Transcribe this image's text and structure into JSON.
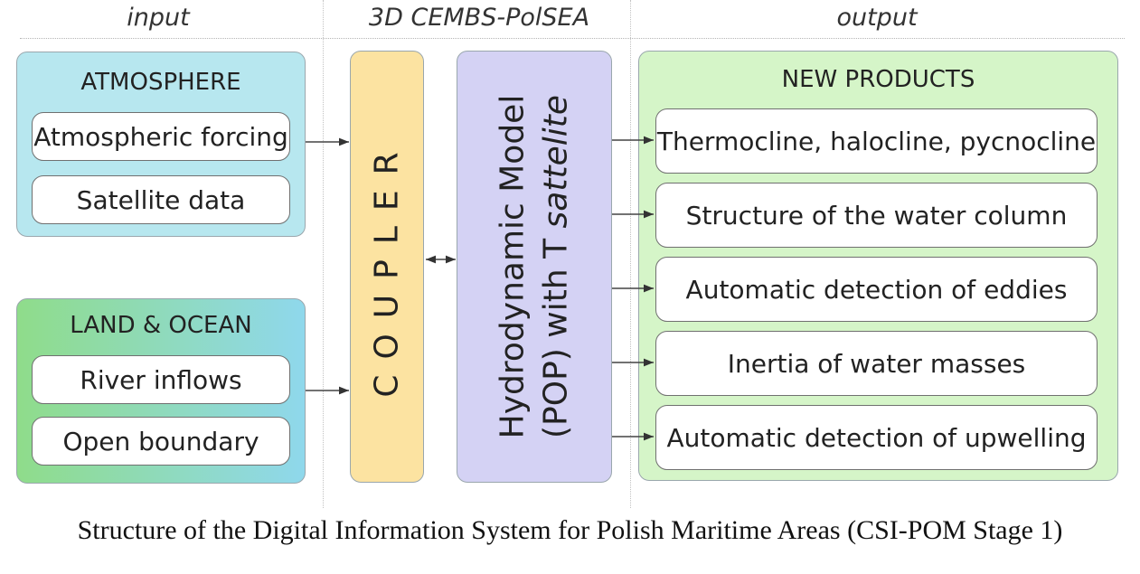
{
  "columns": {
    "input": "input",
    "model": "3D CEMBS-PolSEA",
    "output": "output"
  },
  "atmosphere": {
    "title": "ATMOSPHERE",
    "items": [
      "Atmospheric forcing",
      "Satellite data"
    ]
  },
  "land_ocean": {
    "title": "LAND & OCEAN",
    "items": [
      "River inflows",
      "Open boundary"
    ]
  },
  "coupler": {
    "label": "COUPLER"
  },
  "hydro": {
    "line1": "Hydrodynamic Model",
    "line2_prefix": "(POP) with T ",
    "line2_italic": "sattelite"
  },
  "products": {
    "title": "NEW PRODUCTS",
    "items": [
      "Thermocline, halocline, pycnocline",
      "Structure of the water column",
      "Automatic detection of eddies",
      "Inertia of water masses",
      "Automatic detection of upwelling"
    ]
  },
  "caption": "Structure of the Digital Information System for Polish Maritime Areas (CSI-POM Stage 1)",
  "colors": {
    "atmosphere_bg": "#b7e7ef",
    "land_ocean_gradient": [
      "#8fdc8a",
      "#8fd8ec"
    ],
    "coupler_bg": "#fce3a1",
    "hydro_bg": "#d4d2f4",
    "products_bg": "#d5f5c8"
  }
}
